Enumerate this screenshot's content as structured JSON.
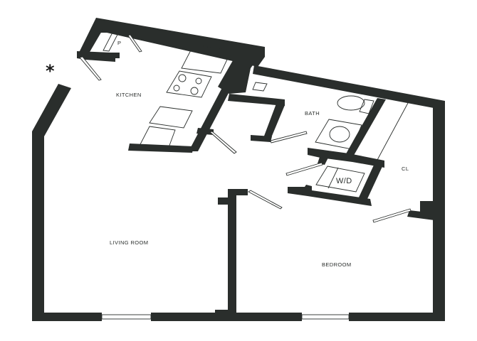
{
  "plan": {
    "rooms": {
      "kitchen": "KITCHEN",
      "bath": "BATH",
      "closet": "CL",
      "washer_dryer": "W/D",
      "living_room": "LIVING ROOM",
      "bedroom": "BEDROOM",
      "pantry": "P"
    },
    "entry_marker": "*",
    "wall_color": "#2a2e2c"
  }
}
